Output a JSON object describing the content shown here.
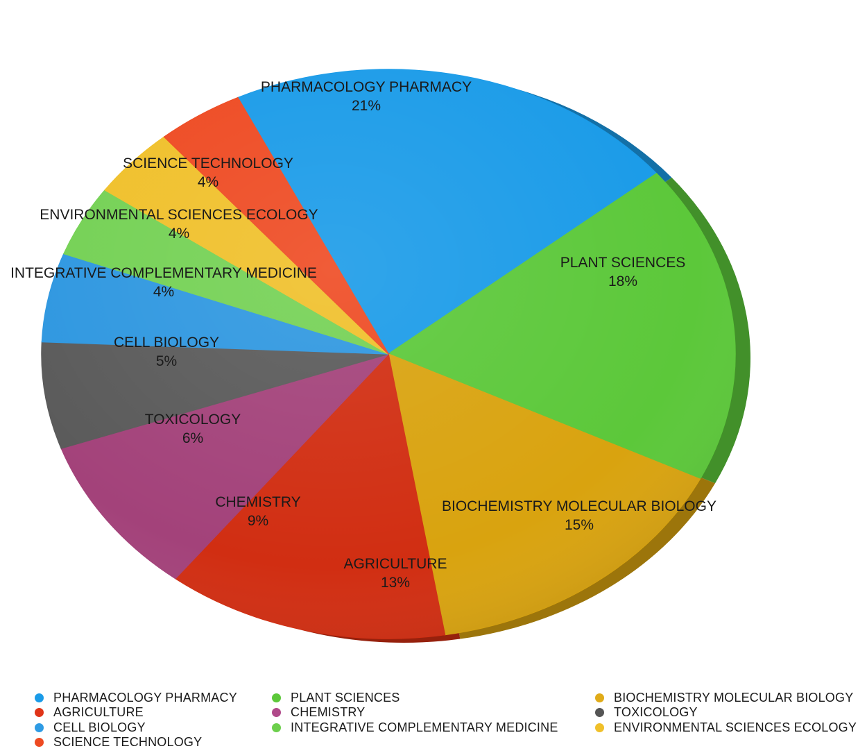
{
  "chart_data": {
    "type": "pie",
    "title": "",
    "legend_position": "bottom",
    "slices": [
      {
        "label": "PHARMACOLOGY PHARMACY",
        "value": 21,
        "value_label": "21%",
        "color": "#1a9be8"
      },
      {
        "label": "PLANT SCIENCES",
        "value": 18,
        "value_label": "18%",
        "color": "#5cc83a"
      },
      {
        "label": "BIOCHEMISTRY MOLECULAR BIOLOGY",
        "value": 15,
        "value_label": "15%",
        "color": "#d9a30f"
      },
      {
        "label": "AGRICULTURE",
        "value": 13,
        "value_label": "13%",
        "color": "#d12e12"
      },
      {
        "label": "CHEMISTRY",
        "value": 9,
        "value_label": "9%",
        "color": "#a3427a"
      },
      {
        "label": "TOXICOLOGY",
        "value": 6,
        "value_label": "6%",
        "color": "#5a5a5a"
      },
      {
        "label": "CELL BIOLOGY",
        "value": 5,
        "value_label": "5%",
        "color": "#2e97e0"
      },
      {
        "label": "INTEGRATIVE COMPLEMENTARY MEDICINE",
        "value": 4,
        "value_label": "4%",
        "color": "#74d154"
      },
      {
        "label": "ENVIRONMENTAL SCIENCES ECOLOGY",
        "value": 4,
        "value_label": "4%",
        "color": "#f0c02a"
      },
      {
        "label": "SCIENCE TECHNOLOGY",
        "value": 4,
        "value_label": "4%",
        "color": "#ee4a22"
      }
    ]
  },
  "legend": {
    "items": [
      {
        "label": "PHARMACOLOGY PHARMACY",
        "color": "#1a9be8"
      },
      {
        "label": "PLANT SCIENCES",
        "color": "#5cc83a"
      },
      {
        "label": "BIOCHEMISTRY MOLECULAR BIOLOGY",
        "color": "#e0ab18"
      },
      {
        "label": "AGRICULTURE",
        "color": "#e03418"
      },
      {
        "label": "CHEMISTRY",
        "color": "#b0498a"
      },
      {
        "label": "TOXICOLOGY",
        "color": "#555555"
      },
      {
        "label": "CELL BIOLOGY",
        "color": "#2e9be4"
      },
      {
        "label": "INTEGRATIVE COMPLEMENTARY MEDICINE",
        "color": "#6ccf4c"
      },
      {
        "label": "ENVIRONMENTAL SCIENCES ECOLOGY",
        "color": "#f0c02a"
      },
      {
        "label": "SCIENCE TECHNOLOGY",
        "color": "#ee4a22"
      }
    ]
  }
}
